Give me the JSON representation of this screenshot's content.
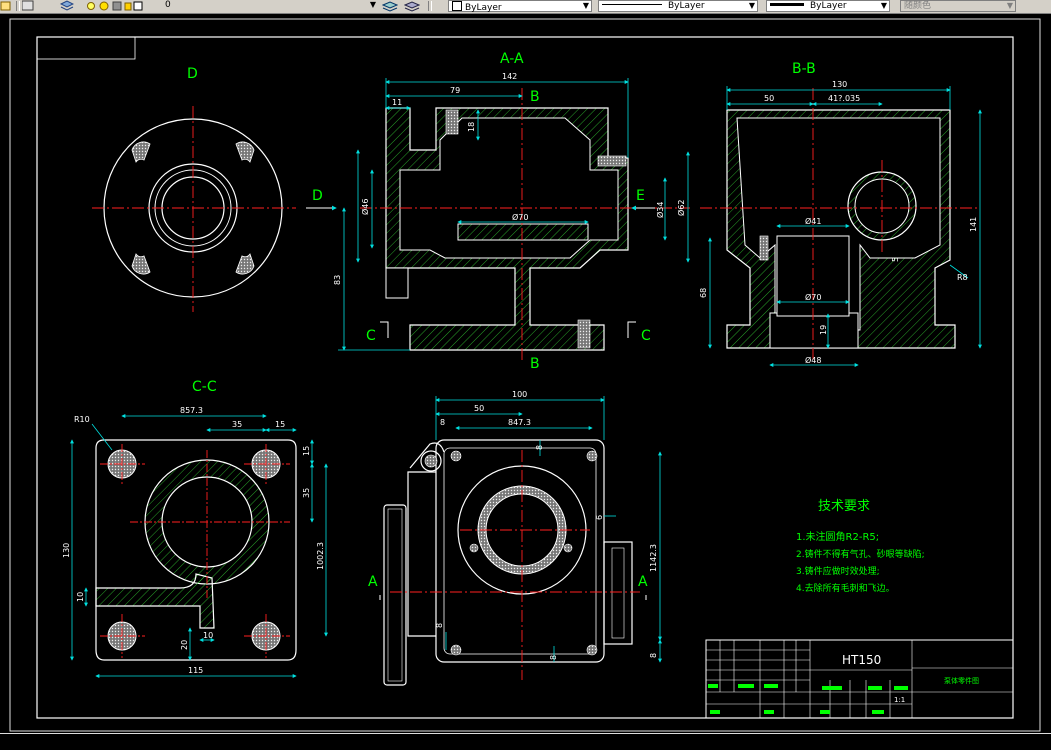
{
  "toolbar": {
    "layer_value": "0",
    "color_value": "ByLayer",
    "linetype_value": "ByLayer",
    "lineweight_value": "ByLayer",
    "plotstyle_value": "随颜色"
  },
  "drawing": {
    "view_a_title": "A-A",
    "view_b_title": "B-B",
    "view_c_title": "C-C",
    "view_d_title": "D",
    "marker_d": "D",
    "marker_e": "E",
    "marker_b_top": "B",
    "marker_b_bottom": "B",
    "marker_c_left": "C",
    "marker_c_right": "C",
    "marker_a_left": "A",
    "marker_a_right": "A",
    "dims": {
      "aa_142": "142",
      "aa_79": "79",
      "aa_11": "11",
      "aa_18": "18",
      "aa_d46": "Ø46",
      "aa_d70": "Ø70",
      "aa_d34": "Ø34",
      "aa_d62": "Ø62",
      "aa_83": "83",
      "bb_130": "130",
      "bb_50": "50",
      "bb_41": "41?.035",
      "bb_d41": "Ø41",
      "bb_d70": "Ø70",
      "bb_d48": "Ø48",
      "bb_141": "141",
      "bb_68": "68",
      "bb_19": "19",
      "bb_r8": "R8",
      "bb_5": "5",
      "cc_r10": "R10",
      "cc_857": "857.3",
      "cc_35a": "35",
      "cc_15a": "15",
      "cc_15b": "15",
      "cc_35b": "35",
      "cc_1002": "1002.3",
      "cc_130": "130",
      "cc_10a": "10",
      "cc_20": "20",
      "cc_10b": "10",
      "cc_115": "115",
      "fv_100": "100",
      "fv_50": "50",
      "fv_847": "847.3",
      "fv_8a": "8",
      "fv_8b": "8",
      "fv_1142": "1142.3",
      "fv_8c": "8",
      "fv_6": "6",
      "fv_8d": "8",
      "fv_8e": "8"
    },
    "tech": {
      "title": "技术要求",
      "line1": "1.未注圆角R2-R5;",
      "line2": "2.铸件不得有气孔、砂眼等缺陷;",
      "line3": "3.铸件应做时效处理;",
      "line4": "4.去除所有毛刺和飞边。"
    },
    "titleblock": {
      "material": "HT150",
      "name": "泵体零件图",
      "sheet": "1:1"
    }
  }
}
